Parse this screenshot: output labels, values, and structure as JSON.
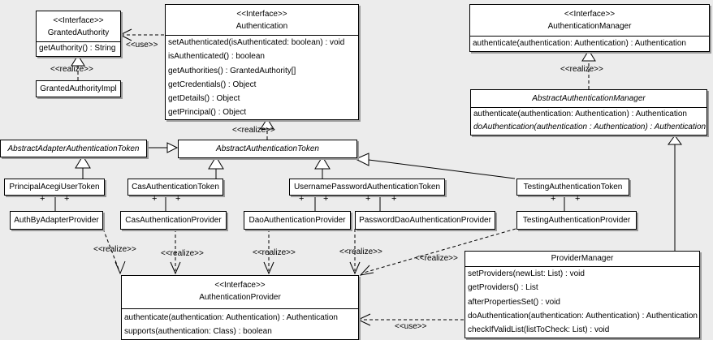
{
  "labels": {
    "interface_stereotype": "<<Interface>>",
    "realize": "<<realize>>",
    "use": "<<use>>",
    "plus": "+"
  },
  "classes": {
    "granted_authority": {
      "stereotype": "<<Interface>>",
      "name": "GrantedAuthority",
      "methods": [
        "getAuthority() : String"
      ]
    },
    "granted_authority_impl": {
      "name": "GrantedAuthorityImpl"
    },
    "authentication": {
      "stereotype": "<<Interface>>",
      "name": "Authentication",
      "methods": [
        "setAuthenticated(isAuthenticated: boolean) : void",
        "isAuthenticated() : boolean",
        "getAuthorities() : GrantedAuthority[]",
        "getCredentials() : Object",
        "getDetails() : Object",
        "getPrincipal() : Object"
      ]
    },
    "authentication_manager": {
      "stereotype": "<<Interface>>",
      "name": "AuthenticationManager",
      "methods": [
        "authenticate(authentication: Authentication) : Authentication"
      ]
    },
    "abstract_authentication_manager": {
      "name": "AbstractAuthenticationManager",
      "methods": [
        "authenticate(authentication: Authentication) : Authentication",
        "doAuthentication(authentication : Authentication) : Authentication"
      ]
    },
    "abstract_adapter_authentication_token": {
      "name": "AbstractAdapterAuthenticationToken"
    },
    "abstract_authentication_token": {
      "name": "AbstractAuthenticationToken"
    },
    "principal_acegi_user_token": {
      "name": "PrincipalAcegiUserToken"
    },
    "cas_authentication_token": {
      "name": "CasAuthenticationToken"
    },
    "username_password_authentication_token": {
      "name": "UsernamePasswordAuthenticationToken"
    },
    "testing_authentication_token": {
      "name": "TestingAuthenticationToken"
    },
    "auth_by_adapter_provider": {
      "name": "AuthByAdapterProvider"
    },
    "cas_authentication_provider": {
      "name": "CasAuthenticationProvider"
    },
    "dao_authentication_provider": {
      "name": "DaoAuthenticationProvider"
    },
    "password_dao_authentication_provider": {
      "name": "PasswordDaoAuthenticationProvider"
    },
    "testing_authentication_provider": {
      "name": "TestingAuthenticationProvider"
    },
    "provider_manager": {
      "name": "ProviderManager",
      "methods": [
        "setProviders(newList: List) : void",
        "getProviders() : List",
        "afterPropertiesSet() : void",
        "doAuthentication(authentication: Authentication) : Authentication",
        "checkIfValidList(listToCheck: List) : void"
      ]
    },
    "authentication_provider": {
      "stereotype": "<<Interface>>",
      "name": "AuthenticationProvider",
      "methods": [
        "authenticate(authentication: Authentication) : Authentication",
        "supports(authentication: Class) : boolean"
      ]
    }
  }
}
